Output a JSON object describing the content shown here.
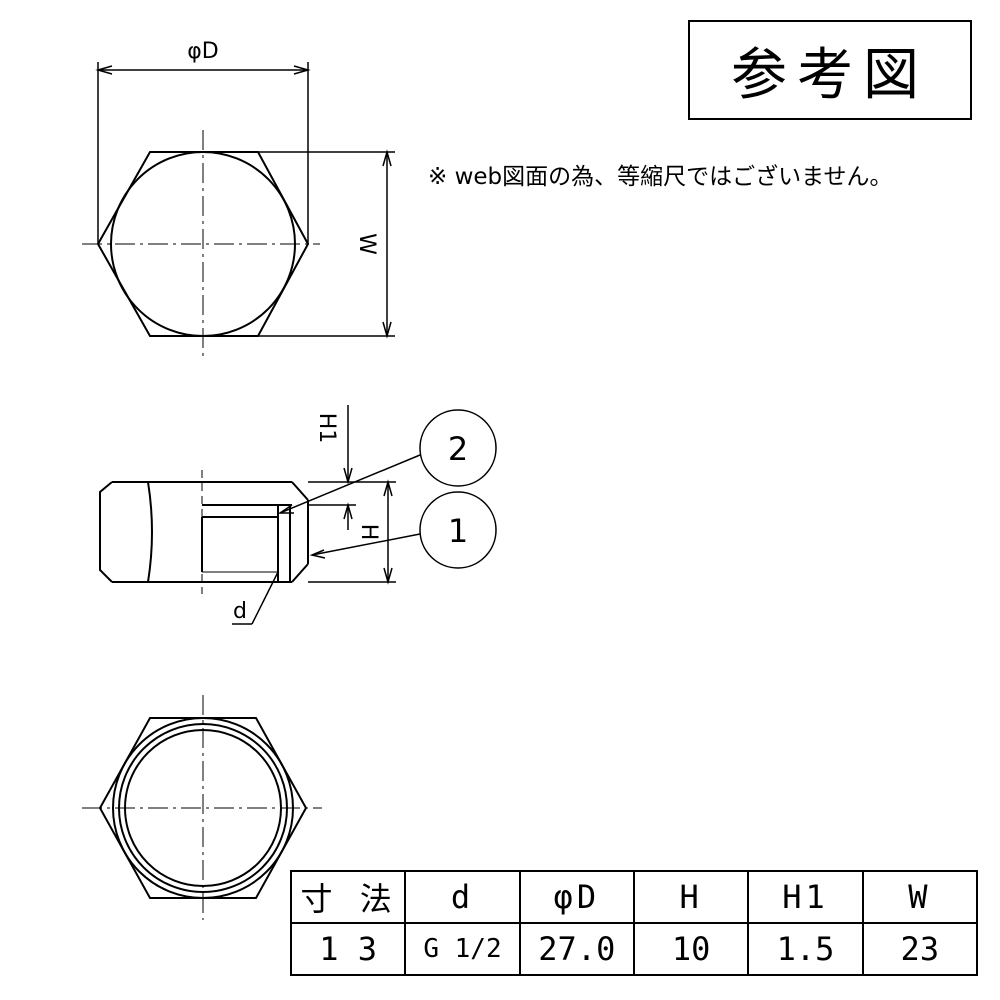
{
  "title_box": {
    "text": "参考図"
  },
  "note": "※ web図面の為、等縮尺ではございません。",
  "top_view": {
    "dim_diameter_label": "φD",
    "dim_width_label": "W"
  },
  "side_view": {
    "dim_h1_label": "H1",
    "dim_h_label": "H",
    "dim_d_label": "d",
    "callout_2": "2",
    "callout_1": "1"
  },
  "spec_table": {
    "headers": [
      "寸 法",
      "d",
      "φD",
      "H",
      "H1",
      "W"
    ],
    "values": [
      "1 3",
      "G 1/2",
      "27.0",
      "10",
      "1.5",
      "23"
    ]
  }
}
